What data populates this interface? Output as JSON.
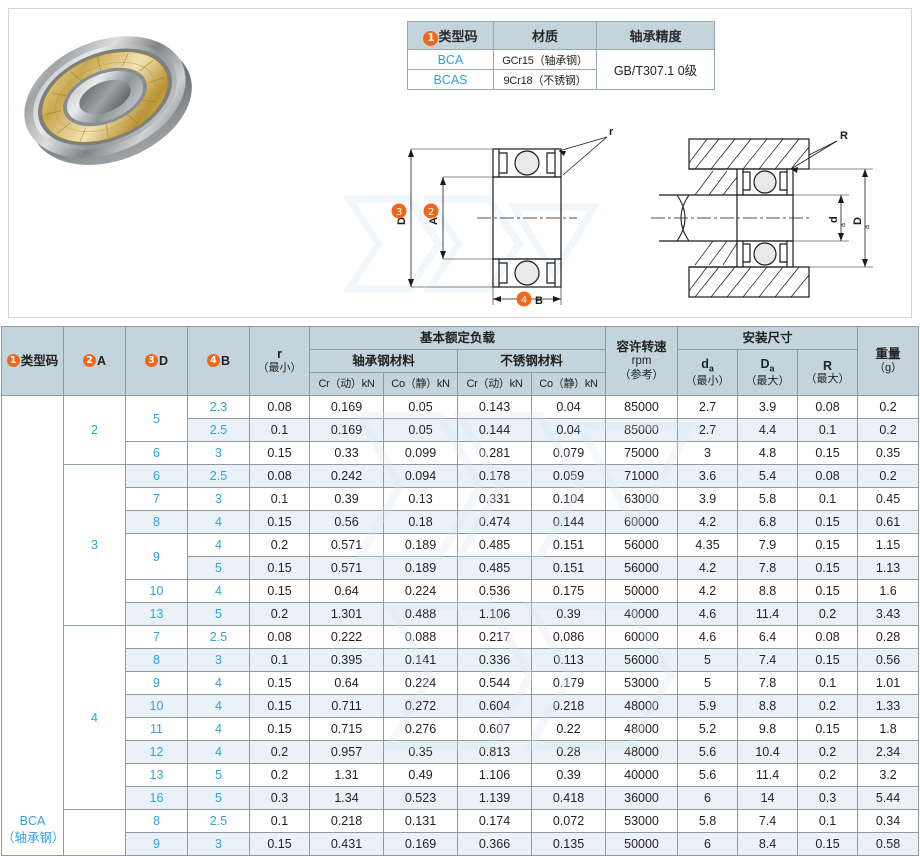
{
  "spec_table": {
    "headers": [
      "类型码",
      "材质",
      "轴承精度"
    ],
    "header_badges": [
      "1",
      "",
      ""
    ],
    "rows": [
      {
        "code": "BCA",
        "material": "GCr15（轴承钢）"
      },
      {
        "code": "BCAS",
        "material": "9Cr18（不锈钢）"
      }
    ],
    "accuracy": "GB/T307.1  0级"
  },
  "drawing": {
    "labels": {
      "r": "r",
      "R": "R",
      "D": "D",
      "A": "A",
      "B": "B",
      "da": "dₐ",
      "Da": "Dₐ"
    },
    "badges": {
      "D": "3",
      "A": "2",
      "B": "4"
    }
  },
  "main_table": {
    "headers": {
      "type_code": "类型码",
      "A": "A",
      "D": "D",
      "B": "B",
      "r": "r",
      "r_sub": "（最小）",
      "load_group": "基本额定负载",
      "bearing_steel": "轴承钢材料",
      "stainless_steel": "不锈钢材料",
      "cr": "Cr（动）kN",
      "co": "Co（静）kN",
      "speed": "容许转速",
      "speed_unit": "rpm",
      "speed_note": "（参考）",
      "mount_group": "安装尺寸",
      "da": "d",
      "da_sub": "a",
      "da_note": "（最小）",
      "Da": "D",
      "Da_sub": "a",
      "Da_note": "（最大）",
      "R": "R",
      "R_note": "（最大）",
      "weight": "重量",
      "weight_unit": "（g）"
    },
    "badges": {
      "type_code": "1",
      "A": "2",
      "D": "3",
      "B": "4"
    },
    "type_code_label_line1": "BCA",
    "type_code_label_line2": "（轴承钢）",
    "groups": [
      {
        "A": "2",
        "rows": [
          {
            "D": "5",
            "D_span": 2,
            "B": "2.3",
            "r": "0.08",
            "cr1": "0.169",
            "co1": "0.05",
            "cr2": "0.143",
            "co2": "0.04",
            "speed": "85000",
            "da": "2.7",
            "Da": "3.9",
            "R": "0.08",
            "w": "0.2"
          },
          {
            "D": "",
            "D_span": 0,
            "B": "2.5",
            "r": "0.1",
            "cr1": "0.169",
            "co1": "0.05",
            "cr2": "0.144",
            "co2": "0.04",
            "speed": "85000",
            "da": "2.7",
            "Da": "4.4",
            "R": "0.1",
            "w": "0.2"
          },
          {
            "D": "6",
            "D_span": 1,
            "B": "3",
            "r": "0.15",
            "cr1": "0.33",
            "co1": "0.099",
            "cr2": "0.281",
            "co2": "0.079",
            "speed": "75000",
            "da": "3",
            "Da": "4.8",
            "R": "0.15",
            "w": "0.35"
          }
        ]
      },
      {
        "A": "3",
        "rows": [
          {
            "D": "6",
            "D_span": 1,
            "B": "2.5",
            "r": "0.08",
            "cr1": "0.242",
            "co1": "0.094",
            "cr2": "0.178",
            "co2": "0.059",
            "speed": "71000",
            "da": "3.6",
            "Da": "5.4",
            "R": "0.08",
            "w": "0.2"
          },
          {
            "D": "7",
            "D_span": 1,
            "B": "3",
            "r": "0.1",
            "cr1": "0.39",
            "co1": "0.13",
            "cr2": "0.331",
            "co2": "0.104",
            "speed": "63000",
            "da": "3.9",
            "Da": "5.8",
            "R": "0.1",
            "w": "0.45"
          },
          {
            "D": "8",
            "D_span": 1,
            "B": "4",
            "r": "0.15",
            "cr1": "0.56",
            "co1": "0.18",
            "cr2": "0.474",
            "co2": "0.144",
            "speed": "60000",
            "da": "4.2",
            "Da": "6.8",
            "R": "0.15",
            "w": "0.61"
          },
          {
            "D": "9",
            "D_span": 2,
            "B": "4",
            "r": "0.2",
            "cr1": "0.571",
            "co1": "0.189",
            "cr2": "0.485",
            "co2": "0.151",
            "speed": "56000",
            "da": "4.35",
            "Da": "7.9",
            "R": "0.15",
            "w": "1.15"
          },
          {
            "D": "",
            "D_span": 0,
            "B": "5",
            "r": "0.15",
            "cr1": "0.571",
            "co1": "0.189",
            "cr2": "0.485",
            "co2": "0.151",
            "speed": "56000",
            "da": "4.2",
            "Da": "7.8",
            "R": "0.15",
            "w": "1.13"
          },
          {
            "D": "10",
            "D_span": 1,
            "B": "4",
            "r": "0.15",
            "cr1": "0.64",
            "co1": "0.224",
            "cr2": "0.536",
            "co2": "0.175",
            "speed": "50000",
            "da": "4.2",
            "Da": "8.8",
            "R": "0.15",
            "w": "1.6"
          },
          {
            "D": "13",
            "D_span": 1,
            "B": "5",
            "r": "0.2",
            "cr1": "1.301",
            "co1": "0.488",
            "cr2": "1.106",
            "co2": "0.39",
            "speed": "40000",
            "da": "4.6",
            "Da": "11.4",
            "R": "0.2",
            "w": "3.43"
          }
        ]
      },
      {
        "A": "4",
        "rows": [
          {
            "D": "7",
            "D_span": 1,
            "B": "2.5",
            "r": "0.08",
            "cr1": "0.222",
            "co1": "0.088",
            "cr2": "0.217",
            "co2": "0.086",
            "speed": "60000",
            "da": "4.6",
            "Da": "6.4",
            "R": "0.08",
            "w": "0.28"
          },
          {
            "D": "8",
            "D_span": 1,
            "B": "3",
            "r": "0.1",
            "cr1": "0.395",
            "co1": "0.141",
            "cr2": "0.336",
            "co2": "0.113",
            "speed": "56000",
            "da": "5",
            "Da": "7.4",
            "R": "0.15",
            "w": "0.56"
          },
          {
            "D": "9",
            "D_span": 1,
            "B": "4",
            "r": "0.15",
            "cr1": "0.64",
            "co1": "0.224",
            "cr2": "0.544",
            "co2": "0.179",
            "speed": "53000",
            "da": "5",
            "Da": "7.8",
            "R": "0.1",
            "w": "1.01"
          },
          {
            "D": "10",
            "D_span": 1,
            "B": "4",
            "r": "0.15",
            "cr1": "0.711",
            "co1": "0.272",
            "cr2": "0.604",
            "co2": "0.218",
            "speed": "48000",
            "da": "5.9",
            "Da": "8.8",
            "R": "0.2",
            "w": "1.33"
          },
          {
            "D": "11",
            "D_span": 1,
            "B": "4",
            "r": "0.15",
            "cr1": "0.715",
            "co1": "0.276",
            "cr2": "0.607",
            "co2": "0.22",
            "speed": "48000",
            "da": "5.2",
            "Da": "9.8",
            "R": "0.15",
            "w": "1.8"
          },
          {
            "D": "12",
            "D_span": 1,
            "B": "4",
            "r": "0.2",
            "cr1": "0.957",
            "co1": "0.35",
            "cr2": "0.813",
            "co2": "0.28",
            "speed": "48000",
            "da": "5.6",
            "Da": "10.4",
            "R": "0.2",
            "w": "2.34"
          },
          {
            "D": "13",
            "D_span": 1,
            "B": "5",
            "r": "0.2",
            "cr1": "1.31",
            "co1": "0.49",
            "cr2": "1.106",
            "co2": "0.39",
            "speed": "40000",
            "da": "5.6",
            "Da": "11.4",
            "R": "0.2",
            "w": "3.2"
          },
          {
            "D": "16",
            "D_span": 1,
            "B": "5",
            "r": "0.3",
            "cr1": "1.34",
            "co1": "0.523",
            "cr2": "1.139",
            "co2": "0.418",
            "speed": "36000",
            "da": "6",
            "Da": "14",
            "R": "0.3",
            "w": "5.44"
          }
        ]
      },
      {
        "A": "",
        "rows": [
          {
            "D": "8",
            "D_span": 1,
            "B": "2.5",
            "r": "0.1",
            "cr1": "0.218",
            "co1": "0.131",
            "cr2": "0.174",
            "co2": "0.072",
            "speed": "53000",
            "da": "5.8",
            "Da": "7.4",
            "R": "0.1",
            "w": "0.34"
          },
          {
            "D": "9",
            "D_span": 1,
            "B": "3",
            "r": "0.15",
            "cr1": "0.431",
            "co1": "0.169",
            "cr2": "0.366",
            "co2": "0.135",
            "speed": "50000",
            "da": "6",
            "Da": "8.4",
            "R": "0.15",
            "w": "0.58"
          }
        ]
      }
    ]
  },
  "colors": {
    "header_bg": "#c3d4dc",
    "row_alt_bg": "#eaf2f7",
    "blue_text": "#2fa3dd",
    "badge_orange": "#f0671a",
    "border": "#8d9aa1"
  }
}
